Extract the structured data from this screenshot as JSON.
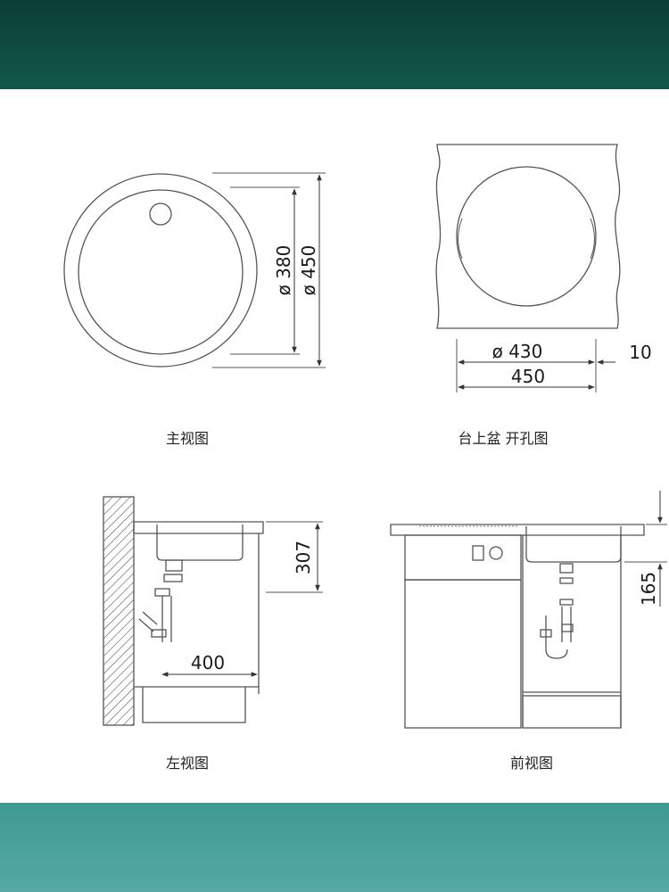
{
  "views": {
    "main": {
      "caption": "主视图",
      "dim_inner": "ø 380",
      "dim_outer": "ø 450"
    },
    "cutout": {
      "caption": "台上盆 开孔图",
      "dim_cut": "ø 430",
      "dim_outer": "450",
      "dim_margin": "10"
    },
    "left": {
      "caption": "左视图",
      "dim_height": "307",
      "dim_depth": "400"
    },
    "front": {
      "caption": "前视图",
      "dim_height": "165"
    }
  },
  "colors": {
    "top_band": "#0b3d33",
    "bottom_band": "#56a8a5",
    "line": "#555555"
  }
}
